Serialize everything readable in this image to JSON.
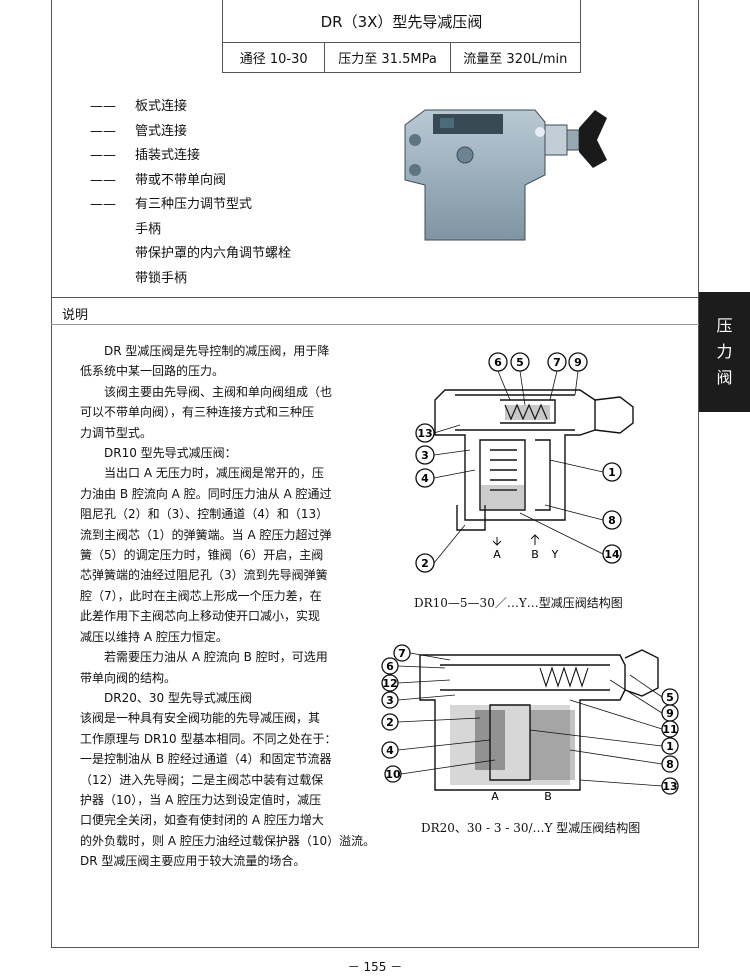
{
  "header": {
    "title": "DR（3X）型先导减压阀",
    "specs": [
      "通径 10-30",
      "压力至 31.5MPa",
      "流量至 320L/min"
    ]
  },
  "features": {
    "dash": "——",
    "items": [
      "板式连接",
      "管式连接",
      "插装式连接",
      "带或不带单向阀",
      "有三种压力调节型式"
    ],
    "sub_items": [
      "手柄",
      "带保护罩的内六角调节螺栓",
      "带锁手柄"
    ]
  },
  "section_label": "说明",
  "side_tab": [
    "压",
    "力",
    "阀"
  ],
  "body_lines": [
    "DR 型减压阀是先导控制的减压阀，用于降",
    "低系统中某一回路的压力。",
    "该阀主要由先导阀、主阀和单向阀组成（也",
    "可以不带单向阀），有三种连接方式和三种压",
    "力调节型式。",
    "DR10 型先导式减压阀：",
    "当出口 A 无压力时，减压阀是常开的，压",
    "力油由 B 腔流向 A 腔。同时压力油从 A 腔通过",
    "阻尼孔（2）和（3）、控制通道（4）和（13）",
    "流到主阀芯（1）的弹簧端。当 A 腔压力超过弹",
    "簧（5）的调定压力时，锥阀（6）开启，主阀",
    "芯弹簧端的油经过阻尼孔（3）流到先导阀弹簧",
    "腔（7），此时在主阀芯上形成一个压力差，在",
    "此差作用下主阀芯向上移动使开口减小，实现",
    "减压以维持 A 腔压力恒定。",
    "若需要压力油从 A 腔流向 B 腔时，可选用",
    "带单向阀的结构。",
    "DR20、30 型先导式减压阀",
    "该阀是一种具有安全阀功能的先导减压阀，其",
    "工作原理与 DR10 型基本相同。不同之处在于：",
    "一是控制油从 B 腔经过通道（4）和固定节流器",
    "（12）进入先导阀；二是主阀芯中装有过载保",
    "护器（10），当 A 腔压力达到设定值时，减压",
    "口便完全关闭，如查有使封闭的 A 腔压力增大",
    "的外负载时，则 A 腔压力油经过载保护器（10）溢流。",
    "DR 型减压阀主要应用于较大流量的场合。"
  ],
  "diagram1": {
    "caption": "DR10—5—30／…Y…型减压阀结构图",
    "callouts": [
      "6",
      "5",
      "7",
      "9",
      "13",
      "3",
      "4",
      "1",
      "8",
      "2",
      "14"
    ],
    "ports": [
      "A",
      "B",
      "Y"
    ]
  },
  "diagram2": {
    "caption": "DR20、30 - 3 - 30/…Y 型减压阀结构图",
    "callouts": [
      "7",
      "6",
      "12",
      "3",
      "2",
      "4",
      "10",
      "5",
      "9",
      "11",
      "1",
      "8",
      "13"
    ],
    "ports": [
      "A",
      "B"
    ]
  },
  "page_number": "－ 155 －"
}
